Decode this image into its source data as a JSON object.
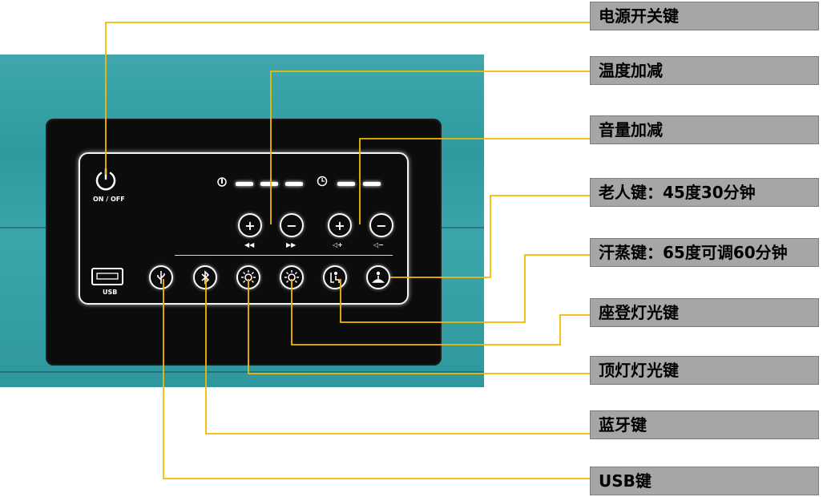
{
  "labels": {
    "power": "电源开关键",
    "temperature": "温度加减",
    "volume": "音量加减",
    "elderly": "老人键：45度30分钟",
    "sweat": "汗蒸键：65度可调60分钟",
    "seat_light": "座登灯光键",
    "top_light": "顶灯灯光键",
    "bluetooth": "蓝牙键",
    "usb": "USB键"
  },
  "panel_text": {
    "on_off": "ON / OFF",
    "usb": "USB",
    "plus": "+",
    "minus": "−",
    "rewind": "◀◀",
    "forward": "▶▶",
    "vol_up": "◁+",
    "vol_down": "◁−"
  },
  "icons": {
    "power": "power-icon",
    "usb": "usb-icon",
    "bluetooth": "bluetooth-icon",
    "light": "sun-icon",
    "seat": "seat-person-icon",
    "meditation": "meditation-person-icon",
    "temperature": "thermometer-icon",
    "clock": "clock-icon"
  },
  "colors": {
    "leader_line": "#f5b800",
    "label_bg": "#a6a6a6",
    "wood_bg": "#35a0a6",
    "panel_bg": "#0c0c0c"
  }
}
